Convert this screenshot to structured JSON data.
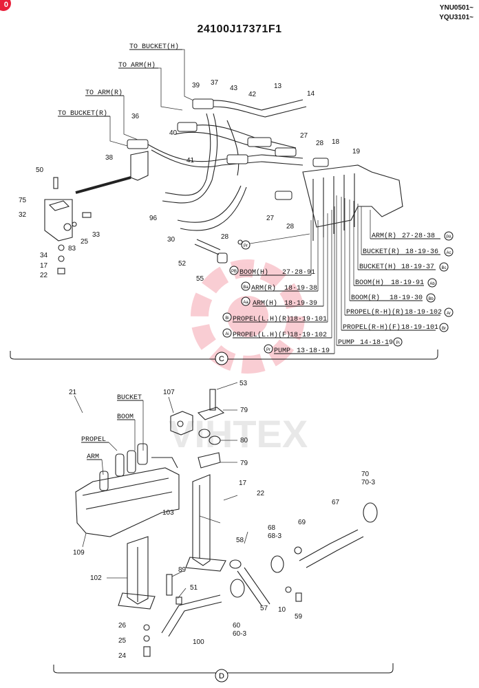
{
  "page_badge": "0",
  "serial": [
    "YNU0501~",
    "YQU3101~"
  ],
  "title": "24100J17371F1",
  "watermark": "VIHTEX",
  "section_c": {
    "label": "C",
    "hose_labels": [
      "TO BUCKET(H)",
      "TO ARM(H)",
      "TO ARM(R)",
      "TO BUCKET(R)"
    ],
    "part_numbers": [
      "39",
      "37",
      "43",
      "42",
      "13",
      "14",
      "36",
      "40",
      "38",
      "41",
      "27",
      "28",
      "18",
      "19",
      "50",
      "75",
      "32",
      "96",
      "30",
      "27",
      "28",
      "33",
      "25",
      "83",
      "34",
      "17",
      "22",
      "28",
      "52",
      "55"
    ],
    "port_callouts_left": [
      {
        "code": "PB",
        "name": "BOOM(H)",
        "parts": "27·28·91"
      },
      {
        "code": "Ba",
        "name": "ARM(R)",
        "parts": "18·19·38"
      },
      {
        "code": "Aa",
        "name": "ARM(H)",
        "parts": "18·19·39"
      },
      {
        "code": "Bi",
        "name": "PROPEL(L.H)(R)",
        "parts": "18·19·101"
      },
      {
        "code": "Ai",
        "name": "PROPEL(L.H)(F)",
        "parts": "18·19·102"
      },
      {
        "code": "Pr",
        "name": "PUMP",
        "parts": "13·18·19"
      }
    ],
    "port_callouts_right": [
      {
        "code": "PA",
        "name": "ARM(R)",
        "parts": "27·28·38"
      },
      {
        "code": "Ac",
        "name": "BUCKET(R)",
        "parts": "18·19·36"
      },
      {
        "code": "Bc",
        "name": "BUCKET(H)",
        "parts": "18·19·37"
      },
      {
        "code": "Ab",
        "name": "BOOM(H)",
        "parts": "18·19·91"
      },
      {
        "code": "Bb",
        "name": "BOOM(R)",
        "parts": "18·19·30"
      },
      {
        "code": "Ar",
        "name": "PROPEL(R-H)(R)",
        "parts": "18·19·102"
      },
      {
        "code": "Br",
        "name": "PROPEL(R-H)(F)",
        "parts": "18·19·101"
      },
      {
        "code": "Pi",
        "name": "PUMP",
        "parts": "14·18·19"
      }
    ],
    "pr_callout": "Pr"
  },
  "section_d": {
    "label": "D",
    "valve_labels": [
      "BUCKET",
      "BOOM",
      "PROPEL",
      "ARM"
    ],
    "part_numbers": [
      "21",
      "107",
      "53",
      "79",
      "80",
      "79",
      "17",
      "22",
      "103",
      "109",
      "58",
      "70",
      "70-3",
      "67",
      "69",
      "68",
      "68-3",
      "102",
      "89",
      "51",
      "57",
      "10",
      "59",
      "60",
      "60-3",
      "26",
      "25",
      "24",
      "100"
    ]
  }
}
